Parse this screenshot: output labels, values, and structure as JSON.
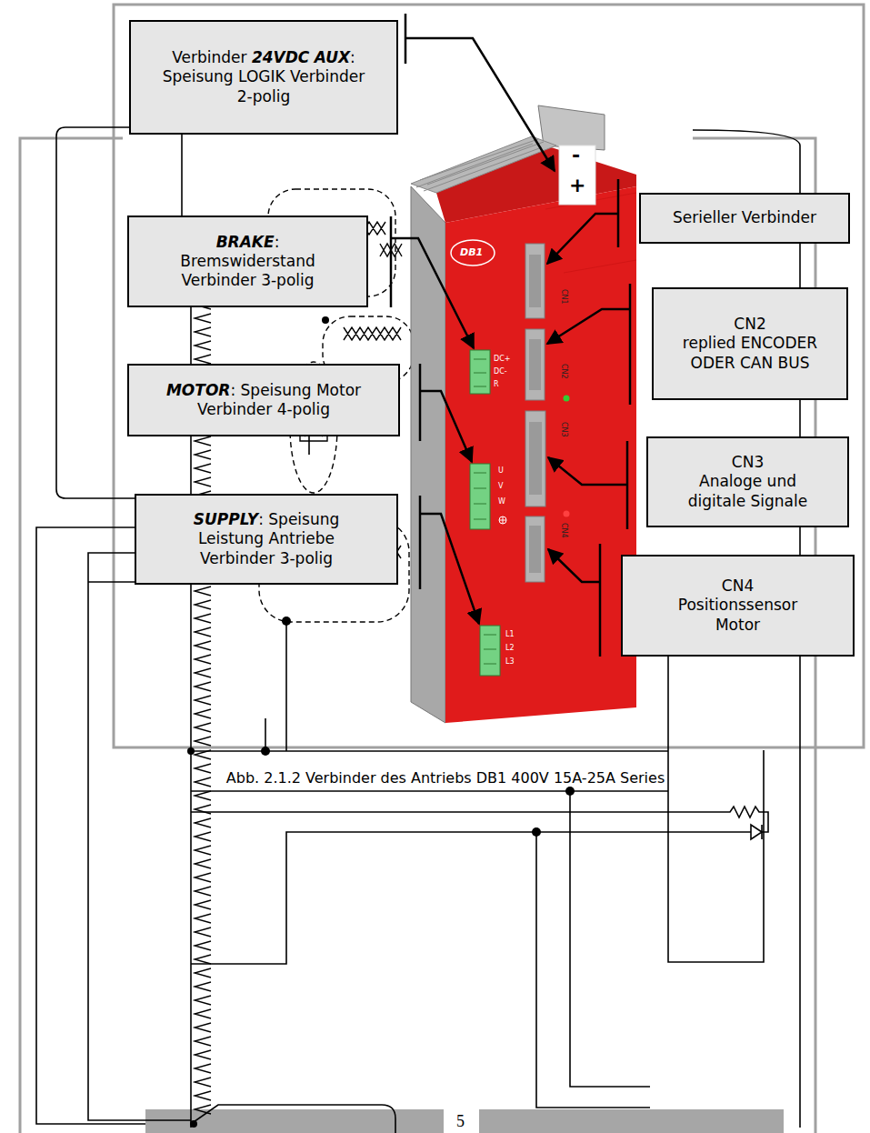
{
  "diagram": {
    "caption": "Abb. 2.1.2 Verbinder des Antriebs DB1 400V 15A-25A Series",
    "nodes": [
      {
        "text": [
          "Verbinder 24VDC AUX: Speisung LOGIK Verbinder 2-polig"
        ]
      },
      {
        "text": [
          "Serieller Verbinder"
        ]
      },
      {
        "text": [
          "BRAKE: Bremswiderstand Verbinder 3-polig"
        ]
      },
      {
        "text": [
          "CN2",
          "replied ENCODER ODER CAN BUS"
        ]
      },
      {
        "text": [
          "MOTOR: Speisung Motor Verbinder 4-polig"
        ]
      },
      {
        "text": [
          "CN3",
          "Analoge und digitale Signale"
        ]
      },
      {
        "text": [
          "SUPPLY: Speisung Leistung Antriebe Verbinder 3-polig"
        ]
      },
      {
        "text": [
          "CN4",
          "Positionssensor Motor"
        ]
      }
    ],
    "labels": [
      "-",
      "+",
      "DB1",
      "CN1",
      "DC+",
      "DC-",
      "R",
      "CN2",
      "U",
      "V",
      "W",
      "CN3",
      "CN4",
      "L1",
      "L2",
      "L3",
      "5"
    ]
  }
}
